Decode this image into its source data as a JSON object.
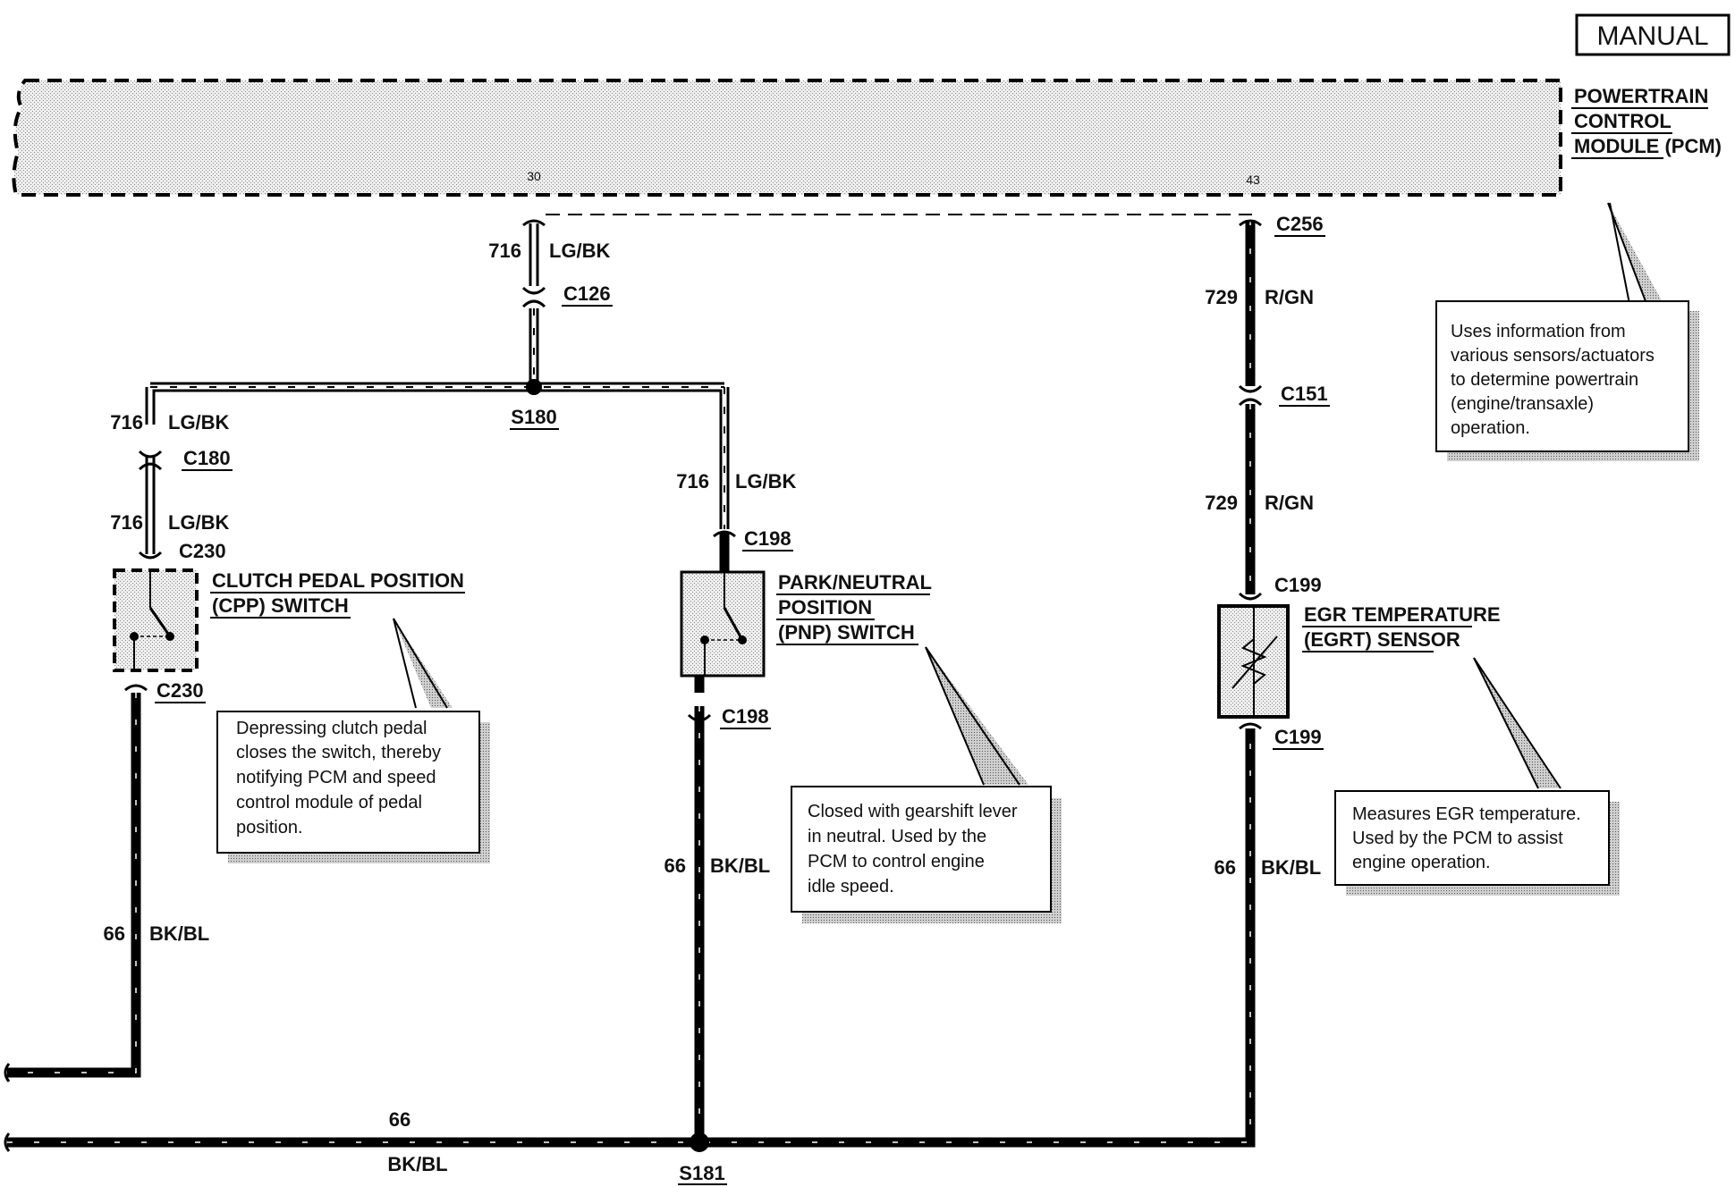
{
  "title": "MANUAL",
  "pcm": {
    "name_lines": [
      "POWERTRAIN",
      "CONTROL",
      "MODULE (PCM)"
    ],
    "pins": [
      "30",
      "43"
    ],
    "note_lines": [
      "Uses information from",
      "various sensors/actuators",
      "to determine powertrain",
      "(engine/transaxle)",
      "operation."
    ]
  },
  "wires": {
    "w716_circuit": "716",
    "w716_color": "LG/BK",
    "w729_circuit": "729",
    "w729_color": "R/GN",
    "w66_circuit": "66",
    "w66_color": "BK/BL"
  },
  "connectors": {
    "c126": "C126",
    "c180": "C180",
    "c230": "C230",
    "c198": "C198",
    "c256": "C256",
    "c151": "C151",
    "c199": "C199"
  },
  "splices": {
    "s180": "S180",
    "s181": "S181"
  },
  "cpp": {
    "name_lines": [
      "CLUTCH PEDAL POSITION",
      "(CPP) SWITCH"
    ],
    "note_lines": [
      "Depressing clutch pedal",
      "closes the switch, thereby",
      "notifying PCM and speed",
      "control module of pedal",
      "position."
    ]
  },
  "pnp": {
    "name_lines": [
      "PARK/NEUTRAL",
      "POSITION",
      "(PNP) SWITCH"
    ],
    "note_lines": [
      "Closed with gearshift lever",
      "in neutral. Used by the",
      "PCM to control engine",
      "idle speed."
    ]
  },
  "egrt": {
    "name_lines": [
      "EGR TEMPERATURE",
      "(EGRT) SENSOR"
    ],
    "note_lines": [
      "Measures EGR temperature.",
      "Used by the PCM to assist",
      "engine operation."
    ]
  }
}
